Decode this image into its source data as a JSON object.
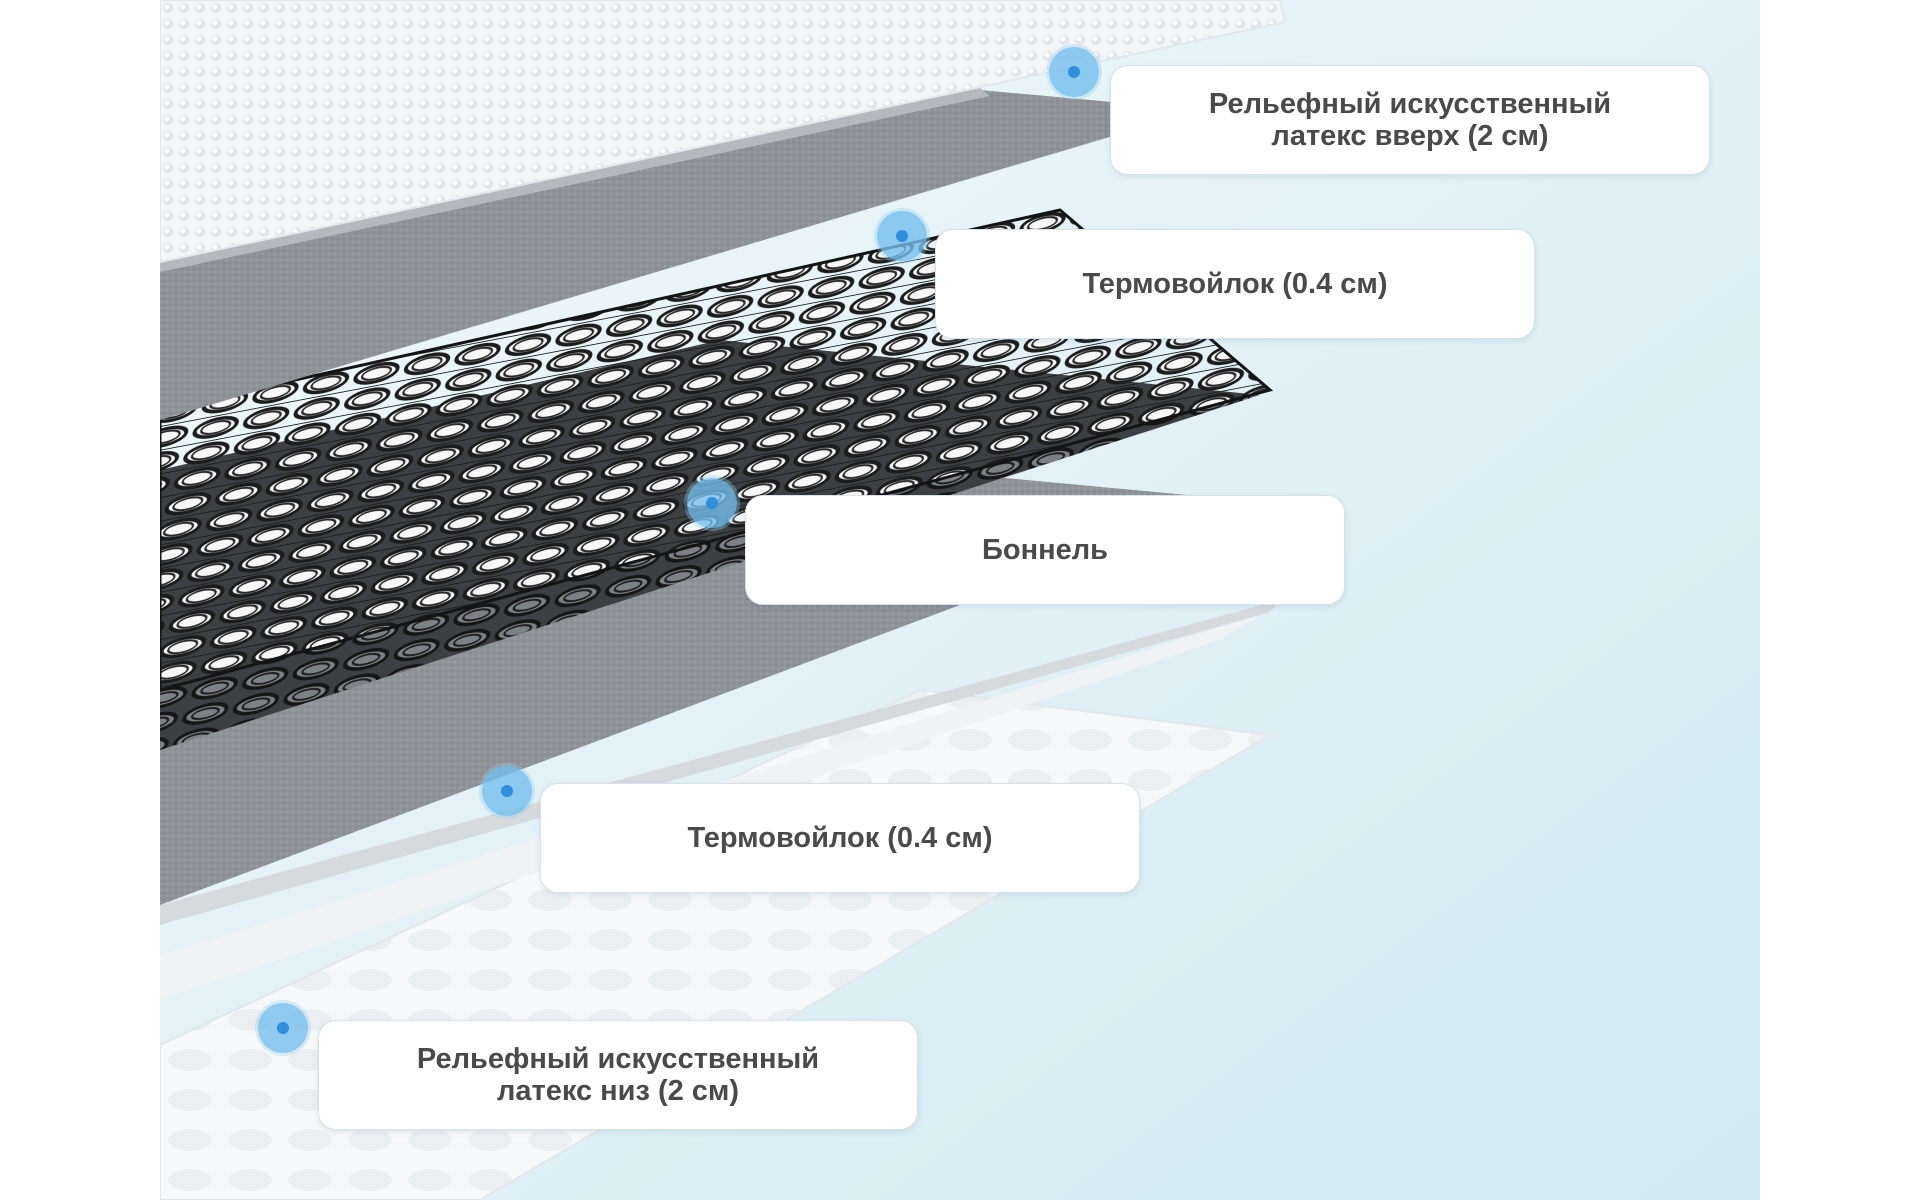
{
  "layers": [
    {
      "id": "latex-top",
      "label": "Рельефный искусственный\nлатекс вверх (2 см)"
    },
    {
      "id": "felt-top",
      "label": "Термовойлок (0.4 см)"
    },
    {
      "id": "bonnell",
      "label": "Боннель"
    },
    {
      "id": "felt-bottom",
      "label": "Термовойлок (0.4 см)"
    },
    {
      "id": "latex-bottom",
      "label": "Рельефный искусственный\nлатекс низ (2 см)"
    }
  ],
  "colors": {
    "background_gradient_top": "#eaf5f9",
    "background_gradient_bottom": "#d3ebf3",
    "felt": "#8e9196",
    "latex": "#f4f6f8",
    "spring_wire": "#1e1e1e",
    "marker": "#2f8fdc",
    "label_text": "#4a4a4a"
  }
}
